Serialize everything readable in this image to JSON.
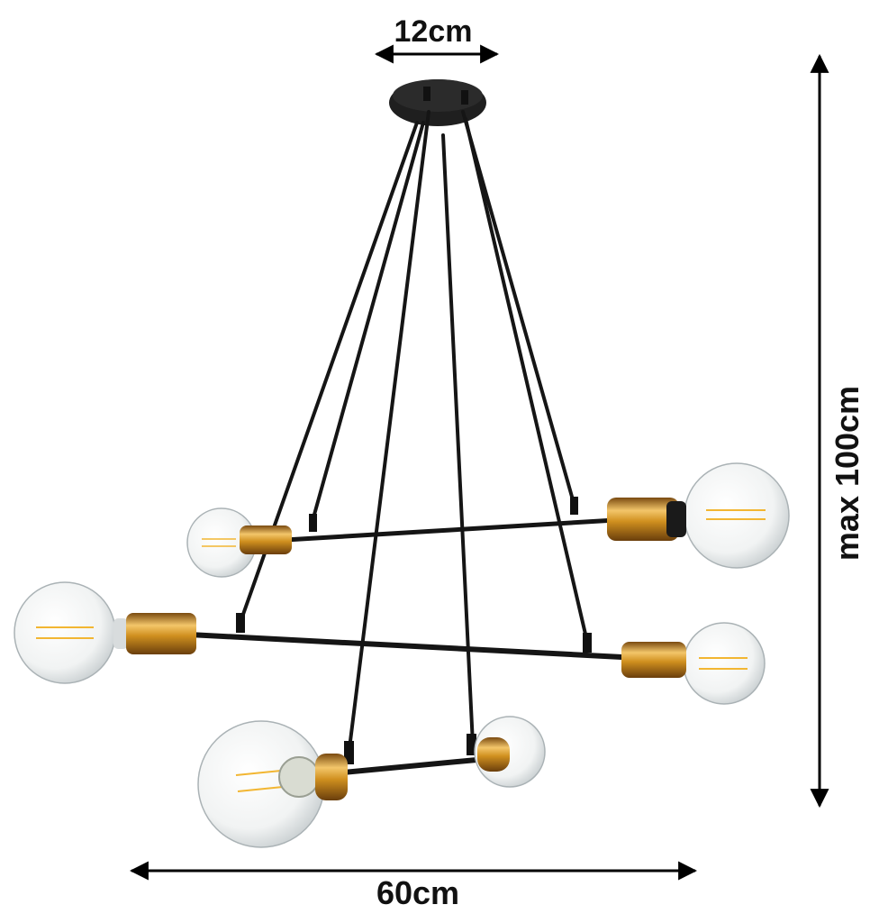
{
  "dimensions": {
    "canopy_width": "12cm",
    "total_width": "60cm",
    "max_height": "max 100cm"
  },
  "colors": {
    "background": "#ffffff",
    "metal": "#1a1a1a",
    "copper": "#c98a1e",
    "copper_highlight": "#f3c66a",
    "glass": "#e9eef0",
    "filament": "#f2b632",
    "arrow": "#000000"
  },
  "product": {
    "arms": 3,
    "bulbs": 6,
    "hanging_rods": 6
  }
}
